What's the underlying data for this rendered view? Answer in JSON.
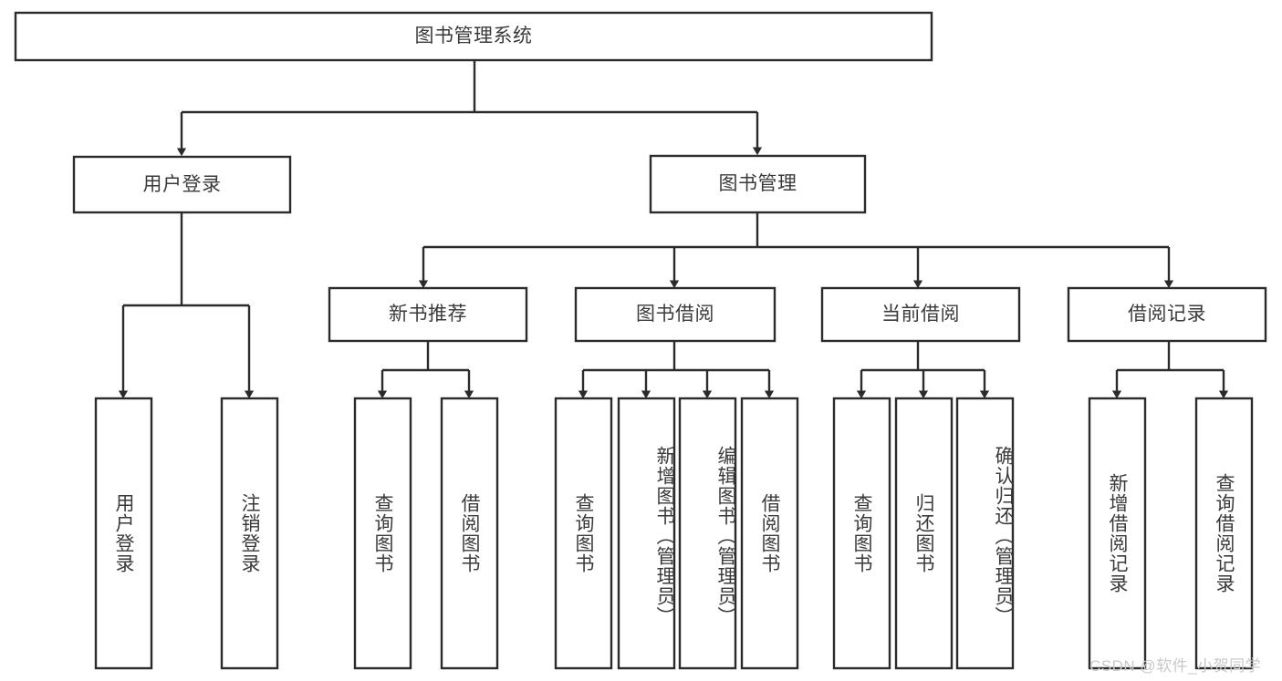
{
  "diagram": {
    "type": "org-tree",
    "title": "图书管理系统",
    "colors": {
      "line": "#2b2b2b",
      "box_fill": "#ffffff",
      "text": "#3a3a3a",
      "background": "#ffffff",
      "watermark": "#c9c9c9"
    },
    "root": {
      "label": "图书管理系统"
    },
    "level1": [
      {
        "label": "用户登录"
      },
      {
        "label": "图书管理"
      }
    ],
    "level2": [
      {
        "label": "新书推荐"
      },
      {
        "label": "图书借阅"
      },
      {
        "label": "当前借阅"
      },
      {
        "label": "借阅记录"
      }
    ],
    "leaves": {
      "user_login": [
        {
          "label": "用户登录"
        },
        {
          "label": "注销登录"
        }
      ],
      "new_book_recommend": [
        {
          "label": "查询图书"
        },
        {
          "label": "借阅图书"
        }
      ],
      "book_borrow": [
        {
          "label": "查询图书"
        },
        {
          "label": "新增图书（管理员）"
        },
        {
          "label": "编辑图书（管理员）"
        },
        {
          "label": "借阅图书"
        }
      ],
      "current_borrow": [
        {
          "label": "查询图书"
        },
        {
          "label": "归还图书"
        },
        {
          "label": "确认归还（管理员）"
        }
      ],
      "borrow_record": [
        {
          "label": "新增借阅记录"
        },
        {
          "label": "查询借阅记录"
        }
      ]
    },
    "watermark": "CSDN @软件_小贺同学"
  }
}
